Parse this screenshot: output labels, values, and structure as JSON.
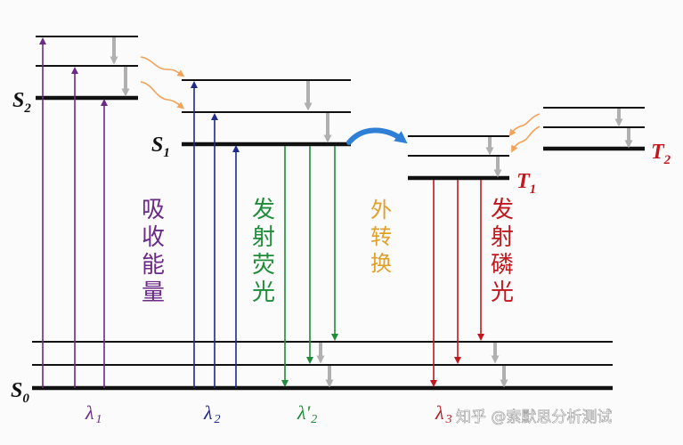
{
  "state_labels": {
    "s2_main": "S",
    "s2_sub": "2",
    "s1_main": "S",
    "s1_sub": "1",
    "s0_main": "S",
    "s0_sub": "0",
    "t1_main": "T",
    "t1_sub": "1",
    "t2_main": "T",
    "t2_sub": "2"
  },
  "processes": {
    "absorption": [
      "吸",
      "收",
      "能",
      "量"
    ],
    "fluorescence": [
      "发",
      "射",
      "荧",
      "光"
    ],
    "external_conversion": [
      "外",
      "转",
      "换"
    ],
    "phosphorescence": [
      "发",
      "射",
      "磷",
      "光"
    ]
  },
  "wavelengths": {
    "lambda1": {
      "symbol": "λ",
      "sub": "1"
    },
    "lambda2": {
      "symbol": "λ",
      "sub": "2"
    },
    "lambda2p": {
      "symbol": "λ'",
      "sub": "2"
    },
    "lambda3": {
      "symbol": "λ",
      "sub": "3"
    }
  },
  "watermark": "知乎 @索默思分析测试",
  "colors": {
    "absorption": "#6b2a86",
    "absorption2": "#1f2a8a",
    "fluorescence": "#1e8c3a",
    "external": "#e0a02a",
    "phosphorescence": "#c0181f",
    "relaxation": "#b0b0b0",
    "crossing": "#2f7fd6",
    "wavy": "#f2a25a"
  }
}
